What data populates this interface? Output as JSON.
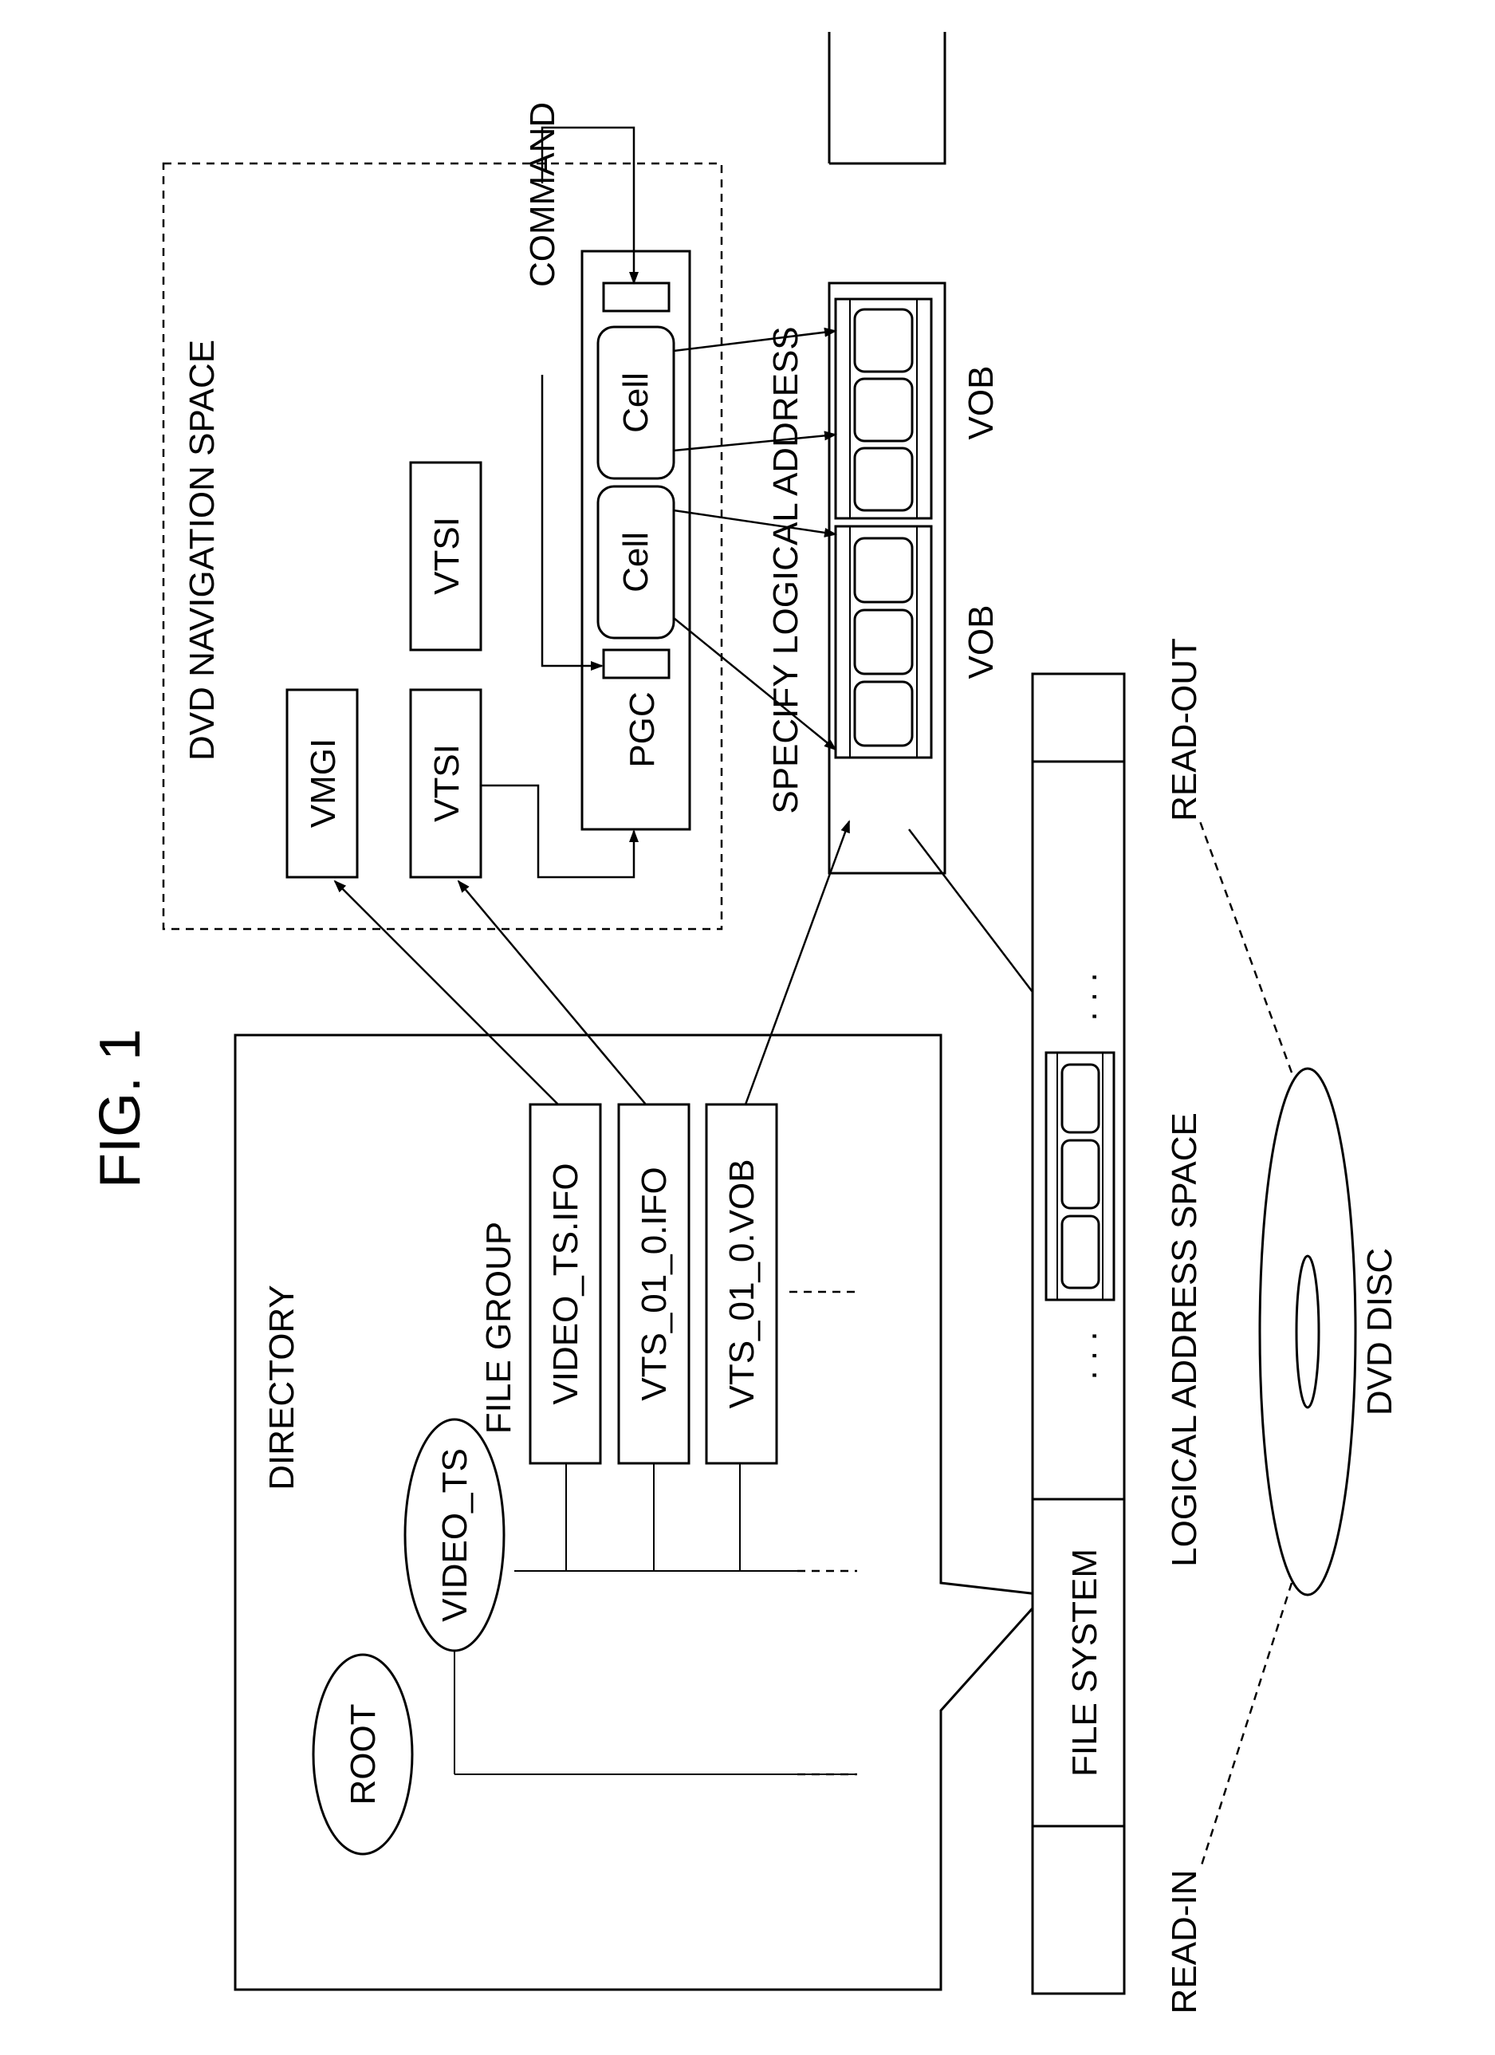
{
  "figure": {
    "title": "FIG. 1"
  },
  "directory": {
    "label": "DIRECTORY",
    "root": "ROOT",
    "video_ts": "VIDEO_TS",
    "file_group_label": "FILE GROUP",
    "files": [
      "VIDEO_TS.IFO",
      "VTS_01_0.IFO",
      "VTS_01_0.VOB"
    ]
  },
  "navigation": {
    "label": "DVD NAVIGATION SPACE",
    "vmgi": "VMGI",
    "vtsi_1": "VTSI",
    "vtsi_2": "VTSI",
    "pgc": "PGC",
    "cell_1": "Cell",
    "cell_2": "Cell",
    "command": "COMMAND"
  },
  "vob_area": {
    "specify": "SPECIFY LOGICAL ADDRESS",
    "vob_1": "VOB",
    "vob_2": "VOB"
  },
  "logical_address_space": {
    "label": "LOGICAL ADDRESS SPACE",
    "file_system": "FILE SYSTEM",
    "ellipsis_1": ". . .",
    "ellipsis_2": ". . ."
  },
  "disc": {
    "label": "DVD DISC",
    "read_in": "READ-IN",
    "read_out": "READ-OUT"
  }
}
